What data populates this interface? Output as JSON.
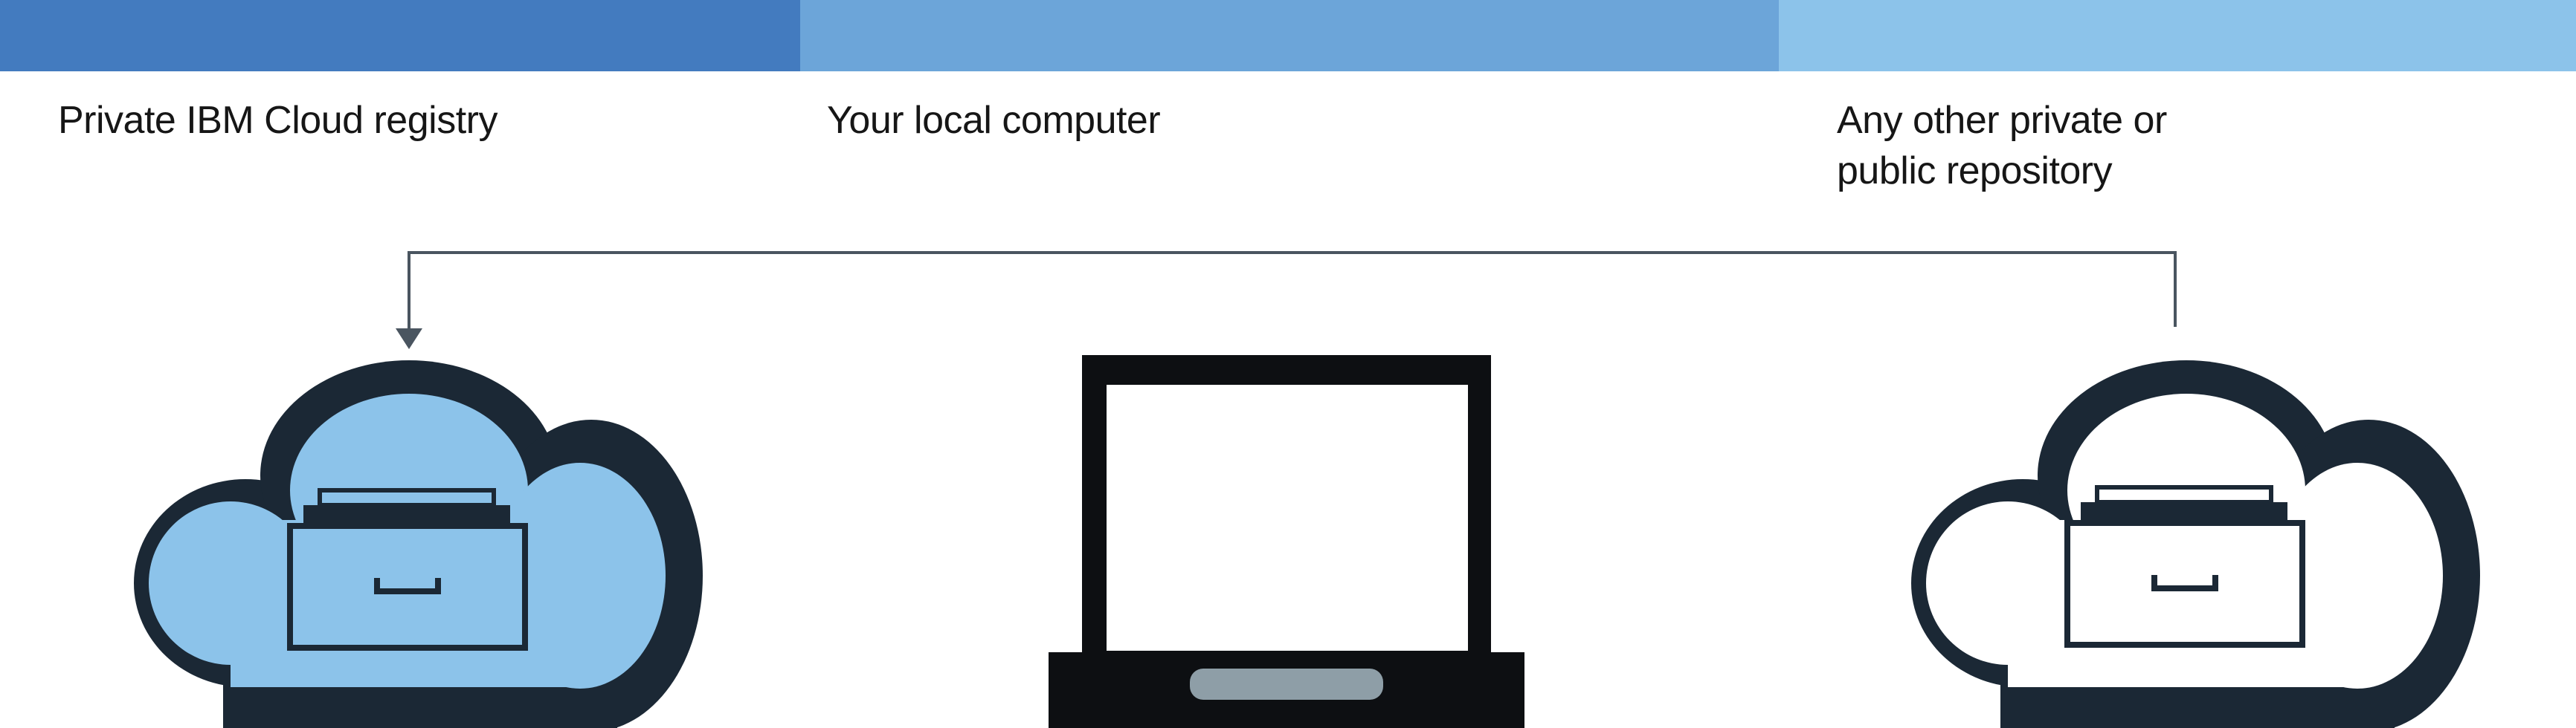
{
  "columns": [
    {
      "label": "Private IBM Cloud registry",
      "band_color": "#437bbf"
    },
    {
      "label": "Your local computer",
      "band_color": "#6ca5d9"
    },
    {
      "label": "Any other private or\npublic repository",
      "band_color": "#8cc3ea"
    }
  ],
  "colors": {
    "outline": "#1b2835",
    "cloud_fill_private": "#8cc3ea",
    "cloud_fill_other": "#ffffff",
    "laptop": "#0d0f12",
    "trackpad": "#8e9ea7",
    "connector": "#4a5560"
  },
  "icons": {
    "private_registry": "cloud-drawer-icon",
    "local_computer": "laptop-icon",
    "other_repository": "cloud-drawer-icon"
  }
}
